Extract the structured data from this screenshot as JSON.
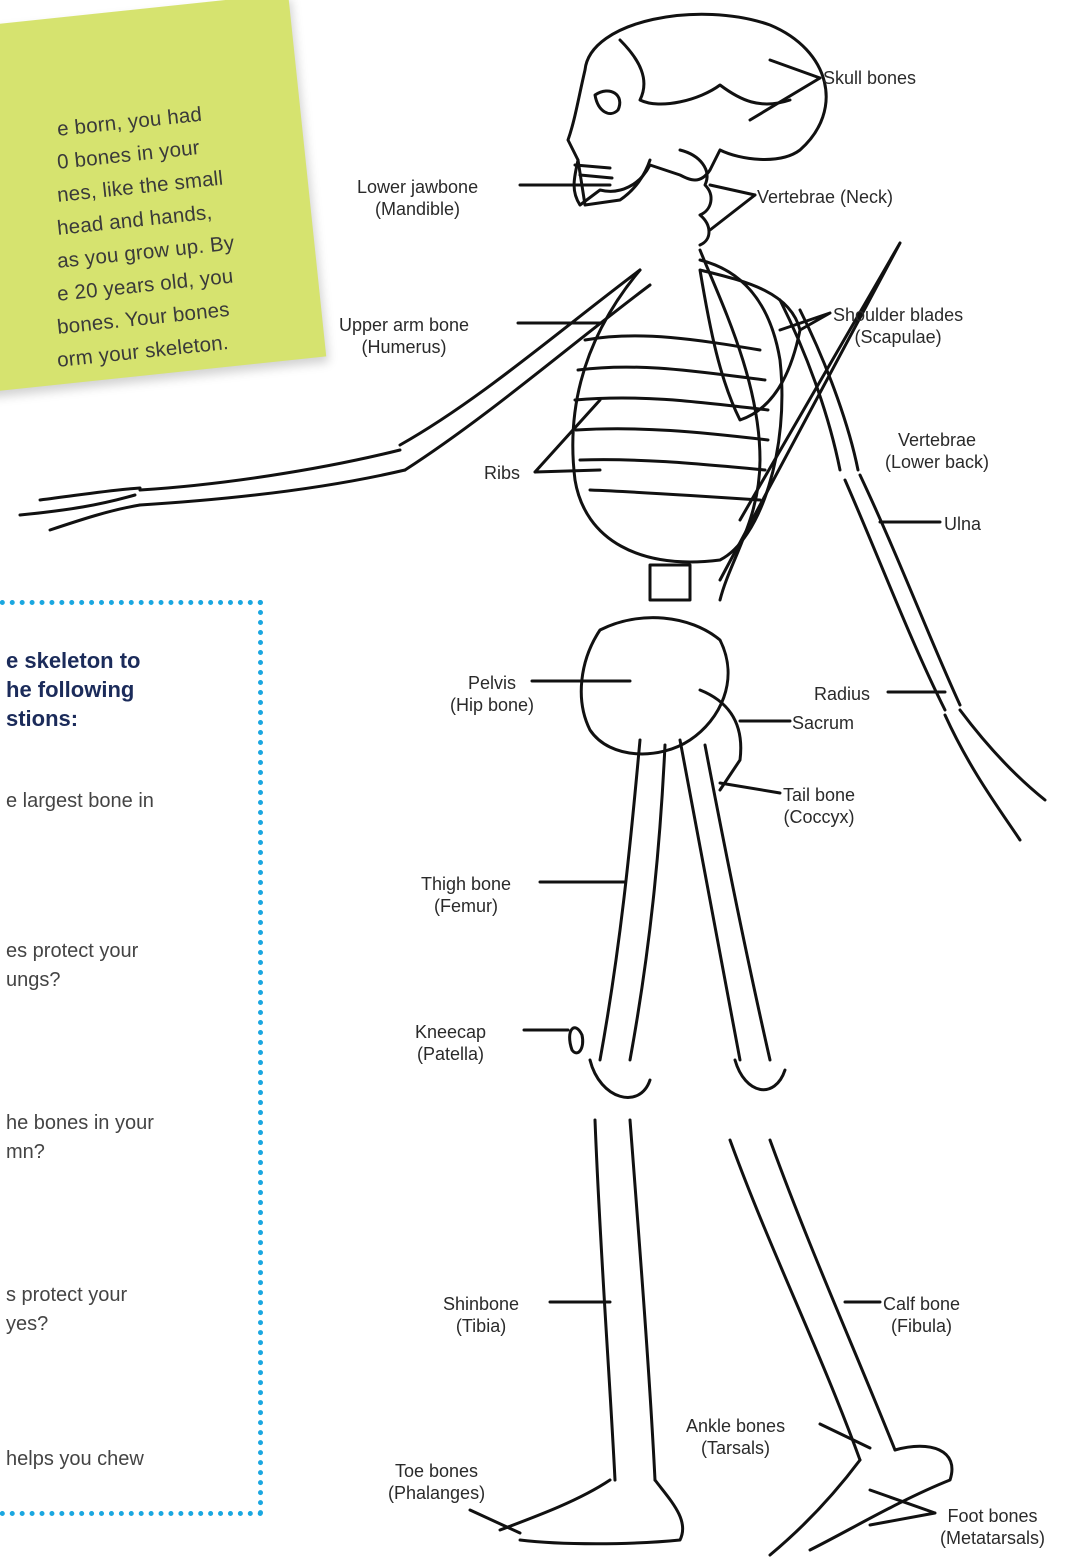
{
  "note": {
    "lines": [
      "e born, you had",
      "0 bones in your",
      "nes, like the small",
      "head and hands,",
      "as you grow up. By",
      "e 20 years old, you",
      "bones. Your bones",
      "orm your skeleton."
    ]
  },
  "questions": {
    "heading": [
      "e skeleton to",
      "he following",
      "stions:"
    ],
    "items": [
      [
        "e largest bone in"
      ],
      [
        "es protect your",
        "ungs?"
      ],
      [
        "he bones in your",
        "mn?"
      ],
      [
        "s protect your",
        "yes?"
      ],
      [
        "helps you chew"
      ]
    ]
  },
  "labels": {
    "skull": [
      "Skull bones",
      ""
    ],
    "jaw": [
      "Lower jawbone",
      "(Mandible)"
    ],
    "neck": [
      "Vertebrae (Neck)",
      ""
    ],
    "humerus": [
      "Upper arm bone",
      "(Humerus)"
    ],
    "scapulae": [
      "Shoulder blades",
      "(Scapulae)"
    ],
    "lowerback": [
      "Vertebrae",
      "(Lower back)"
    ],
    "ribs": [
      "Ribs",
      ""
    ],
    "ulna": [
      "Ulna",
      ""
    ],
    "pelvis": [
      "Pelvis",
      "(Hip bone)"
    ],
    "radius": [
      "Radius",
      ""
    ],
    "sacrum": [
      "Sacrum",
      ""
    ],
    "tail": [
      "Tail bone",
      "(Coccyx)"
    ],
    "femur": [
      "Thigh bone",
      "(Femur)"
    ],
    "patella": [
      "Kneecap",
      "(Patella)"
    ],
    "tibia": [
      "Shinbone",
      "(Tibia)"
    ],
    "fibula": [
      "Calf bone",
      "(Fibula)"
    ],
    "tarsals": [
      "Ankle bones",
      "(Tarsals)"
    ],
    "phalanges": [
      "Toe bones",
      "(Phalanges)"
    ],
    "metatarsals": [
      "Foot bones",
      "(Metatarsals)"
    ]
  }
}
